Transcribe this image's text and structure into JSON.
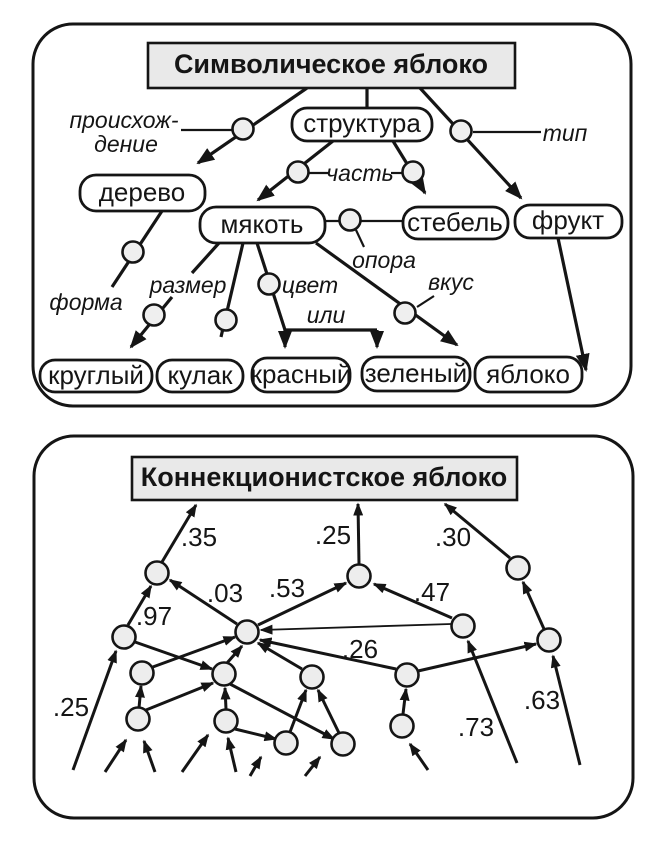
{
  "colors": {
    "ink": "#151515",
    "panel_fill": "#ffffff",
    "title_box_fill": "#e9e9e9",
    "node_box_fill": "#ffffff",
    "circle_fill": "#ededed",
    "background": "#ffffff"
  },
  "symbolic": {
    "title": "Символическое яблоко",
    "nodes": {
      "struktura": "структура",
      "derevo": "дерево",
      "myakot": "мякоть",
      "stebel": "стебель",
      "frukt": "фрукт",
      "kruglyj": "круглый",
      "kulak": "кулак",
      "krasnyj": "красный",
      "zelenyj": "зеленый",
      "yabloko": "яблоко"
    },
    "labels": {
      "proiskhozhdenie_line1": "происхож-",
      "proiskhozhdenie_line2": "дение",
      "tip": "тип",
      "chast": "часть",
      "opora": "опора",
      "forma": "форма",
      "razmer": "размер",
      "tsvet": "цвет",
      "ili": "или",
      "vkus": "вкус"
    }
  },
  "connectionist": {
    "title": "Коннекционистское яблоко",
    "weights": {
      "w35": ".35",
      "w25_top": ".25",
      "w30": ".30",
      "w97": ".97",
      "w03": ".03",
      "w53": ".53",
      "w47": ".47",
      "w26": ".26",
      "w25_left": ".25",
      "w73": ".73",
      "w63": ".63"
    }
  }
}
